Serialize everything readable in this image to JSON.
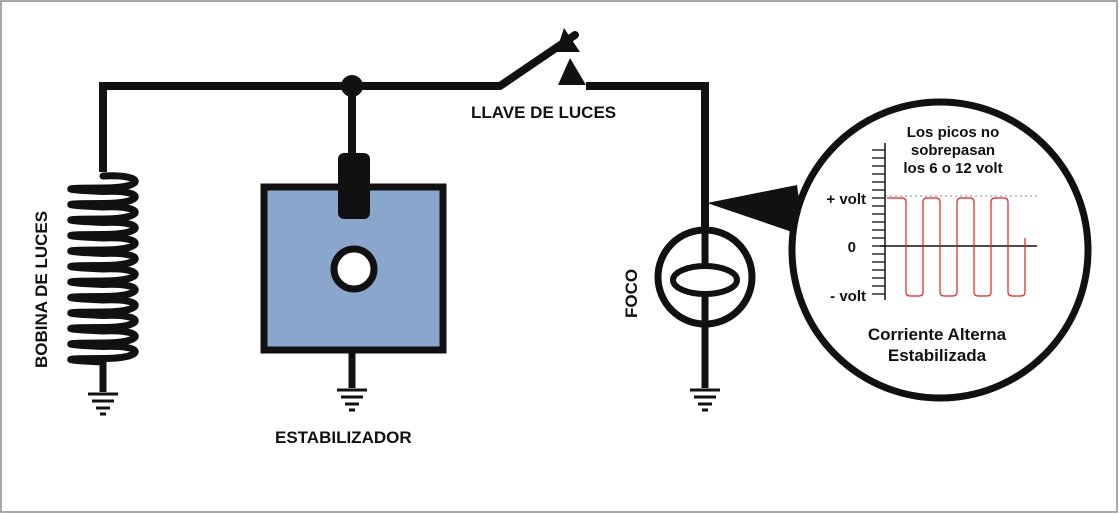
{
  "labels": {
    "coil": "BOBINA DE LUCES",
    "stabilizer": "ESTABILIZADOR",
    "switch": "LLAVE DE LUCES",
    "bulb": "FOCO"
  },
  "inset": {
    "note_line1": "Los picos no",
    "note_line2": "sobrepasan",
    "note_line3": "los 6 o 12 volt",
    "plus_volt": "+ volt",
    "zero": "0",
    "minus_volt": "- volt",
    "caption_line1": "Corriente Alterna",
    "caption_line2": "Estabilizada"
  },
  "colors": {
    "wire": "#111111",
    "stabilizer_fill": "#8aa6cc",
    "waveform": "#e02020",
    "reference_line": "#8a8a8a"
  }
}
